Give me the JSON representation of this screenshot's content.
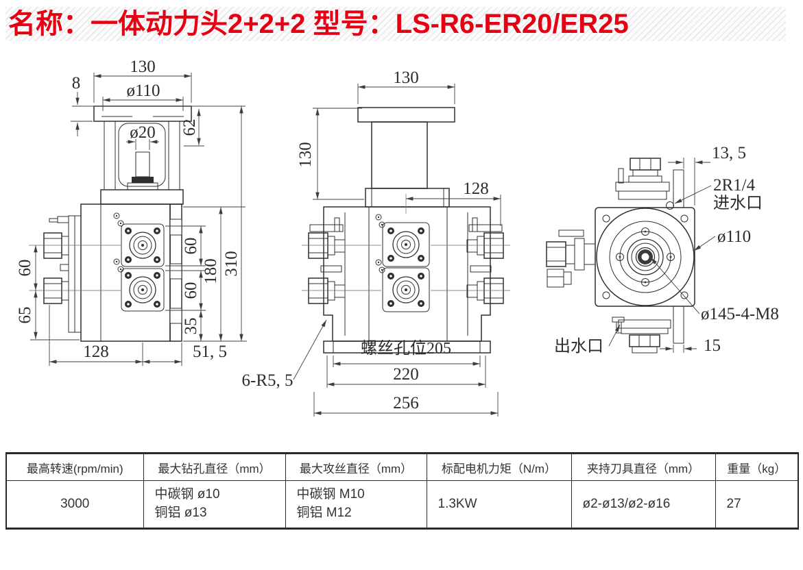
{
  "meta": {
    "accent_color": "#e60013",
    "line_color": "#2f2f2f"
  },
  "header": {
    "title": "名称：一体动力头2+2+2  型号：LS-R6-ER20/ER25"
  },
  "drawing": {
    "front_view": {
      "flange_width": "130",
      "flange_recess_dia": "ø110",
      "flange_thickness": "8",
      "neck_height": "62",
      "shaft_dia": "ø20",
      "spindle_pitch_left": "60",
      "spindle_to_base_left": "65",
      "upper_spacing_right": "60",
      "lower_spacing_right": "60",
      "base_spacing_right": "35",
      "body_height": "180",
      "overall_height": "310",
      "bottom_width": "128",
      "bottom_offset": "51, 5"
    },
    "side_view": {
      "flange_width": "130",
      "column_height": "130",
      "top_offset": "128",
      "screw_hole_note": "螺丝孔位205",
      "base_inner_width": "220",
      "base_outer_width": "256",
      "fillet_note": "6-R5, 5"
    },
    "rear_view": {
      "plate_offset": "13, 5",
      "inlet_spec": "2R1/4",
      "inlet_label": "进水口",
      "flange_dia": "ø110",
      "bolt_circle_spec": "ø145-4-M8",
      "outlet_label": "出水口",
      "plate_thickness": "15"
    }
  },
  "spec_table": {
    "headers": [
      "最高转速(rpm/min)",
      "最大钻孔直径（mm）",
      "最大攻丝直径（mm）",
      "标配电机力矩（N/m）",
      "夹持刀具直径（mm）",
      "重量（kg）"
    ],
    "row": {
      "max_speed": "3000",
      "drill_line1": "中碳钢 ø10",
      "drill_line2": "铜铝 ø13",
      "tap_line1": "中碳钢 M10",
      "tap_line2": "铜铝 M12",
      "motor_torque": "1.3KW",
      "tool_dia": "ø2-ø13/ø2-ø16",
      "weight": "27"
    }
  }
}
